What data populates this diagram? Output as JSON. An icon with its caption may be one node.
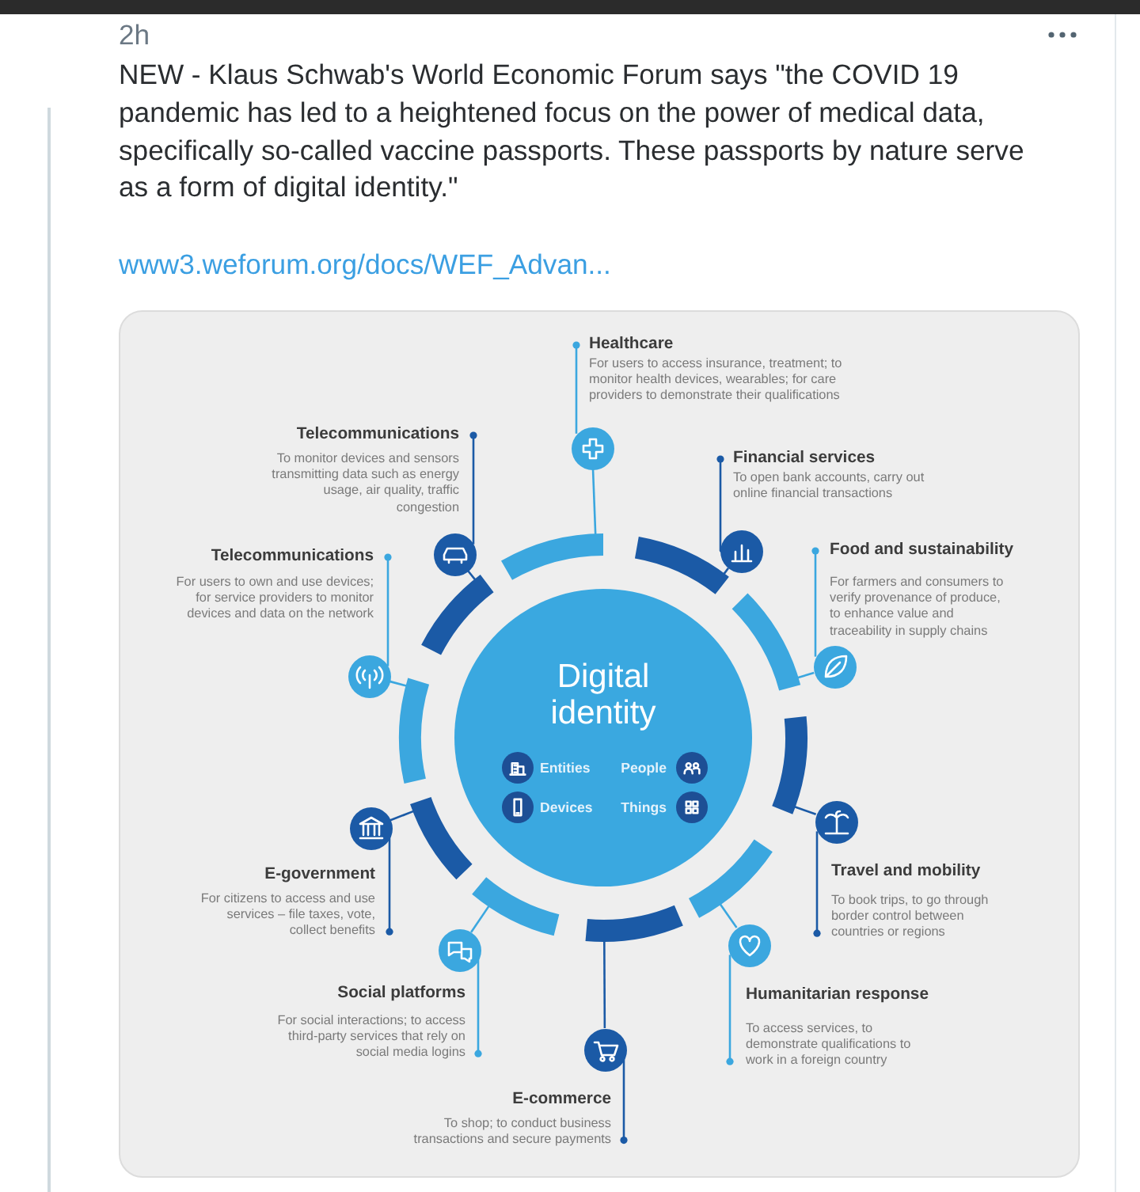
{
  "diagram": {
    "nodes": [
      {
        "text": [
          "Digital identity"
        ]
      },
      {
        "text": [
          "Healthcare",
          "For users to access insurance, treatment; to monitor health devices, wearables; for care providers to demonstrate their qualifications"
        ]
      },
      {
        "text": [],
        "shape": "circle"
      },
      {
        "text": [
          "Financial services",
          "To open bank accounts, carry out online financial transactions"
        ]
      },
      {
        "text": [],
        "shape": "circle"
      },
      {
        "text": [
          "Food and sustainability",
          "For farmers and consumers to verify provenance of produce, to enhance value and traceability in supply chains"
        ]
      },
      {
        "text": [],
        "shape": "circle"
      },
      {
        "text": [
          "Travel and mobility",
          "To book trips, to go through border control between countries or regions"
        ]
      },
      {
        "text": [],
        "shape": "circle"
      },
      {
        "text": [
          "Humanitarian response",
          "To access services, to demonstrate qualifications to work in a foreign country"
        ]
      },
      {
        "text": [],
        "shape": "circle"
      },
      {
        "text": [
          "E-commerce",
          "To shop; to conduct business transactions and secure payments"
        ]
      },
      {
        "text": [],
        "shape": "circle"
      },
      {
        "text": [
          "Social platforms",
          "For social interactions; to access third-party services that rely on social media logins"
        ]
      },
      {
        "text": [],
        "shape": "circle"
      },
      {
        "text": [
          "E-government",
          "For citizens to access and use services – file taxes, vote, collect benefits"
        ]
      },
      {
        "text": [],
        "shape": "circle"
      },
      {
        "text": [
          "Telecommunications",
          "For users to own and use devices; for service providers to monitor devices and data on the network"
        ]
      },
      {
        "text": [],
        "shape": "circle"
      },
      {
        "text": [
          "Telecommunications",
          "To monitor devices and sensors transmitting data such as energy usage, air quality, traffic congestion"
        ]
      },
      {
        "text": [],
        "shape": "circle"
      }
    ],
    "edges": [
      {
        "from": 1,
        "to": 2,
        "arrow": "other"
      },
      {
        "from": 2,
        "to": 0,
        "arrow": "none"
      },
      {
        "from": 3,
        "to": 4,
        "arrow": "other",
        "color": "#1b5aa6"
      },
      {
        "from": 4,
        "to": 0,
        "arrow": "none",
        "color": "#1b5aa6"
      },
      {
        "from": 5,
        "to": 6,
        "arrow": "other"
      },
      {
        "from": 6,
        "to": 0,
        "arrow": "none"
      },
      {
        "from": 7,
        "to": 8,
        "arrow": "other",
        "color": "#1b5aa6"
      },
      {
        "from": 8,
        "to": 0,
        "arrow": "none",
        "color": "#1b5aa6"
      },
      {
        "from": 9,
        "to": 10,
        "arrow": "other"
      },
      {
        "from": 10,
        "to": 0,
        "arrow": "none"
      },
      {
        "from": 11,
        "to": 12,
        "arrow": "other",
        "color": "#1b5aa6"
      },
      {
        "from": 12,
        "to": 0,
        "arrow": "none",
        "color": "#1b5aa6"
      },
      {
        "from": 13,
        "to": 14,
        "arrow": "other"
      },
      {
        "from": 14,
        "to": 0,
        "arrow": "none"
      },
      {
        "from": 15,
        "to": 16,
        "arrow": "other",
        "color": "#1b5aa6"
      },
      {
        "from": 16,
        "to": 0,
        "arrow": "none",
        "color": "#1b5aa6"
      },
      {
        "from": 17,
        "to": 18,
        "arrow": "other"
      },
      {
        "from": 18,
        "to": 0,
        "arrow": "none"
      },
      {
        "from": 19,
        "to": 20,
        "arrow": "other",
        "color": "#1b5aa6"
      },
      {
        "from": 20,
        "to": 0,
        "arrow": "none",
        "color": "#1b5aa6"
      }
    ],
    "labels": [
      "2h",
      "NEW - Klaus Schwab's World Economic Forum says \"the COVID 19 pandemic has led to a heightened focus on the power of medical data, specifically so-called vaccine passports. These passports by nature serve as a form of digital identity.\"",
      "www3.weforum.org/docs/WEF_Advan...",
      "Entities",
      "People",
      "Devices",
      "Things"
    ]
  }
}
